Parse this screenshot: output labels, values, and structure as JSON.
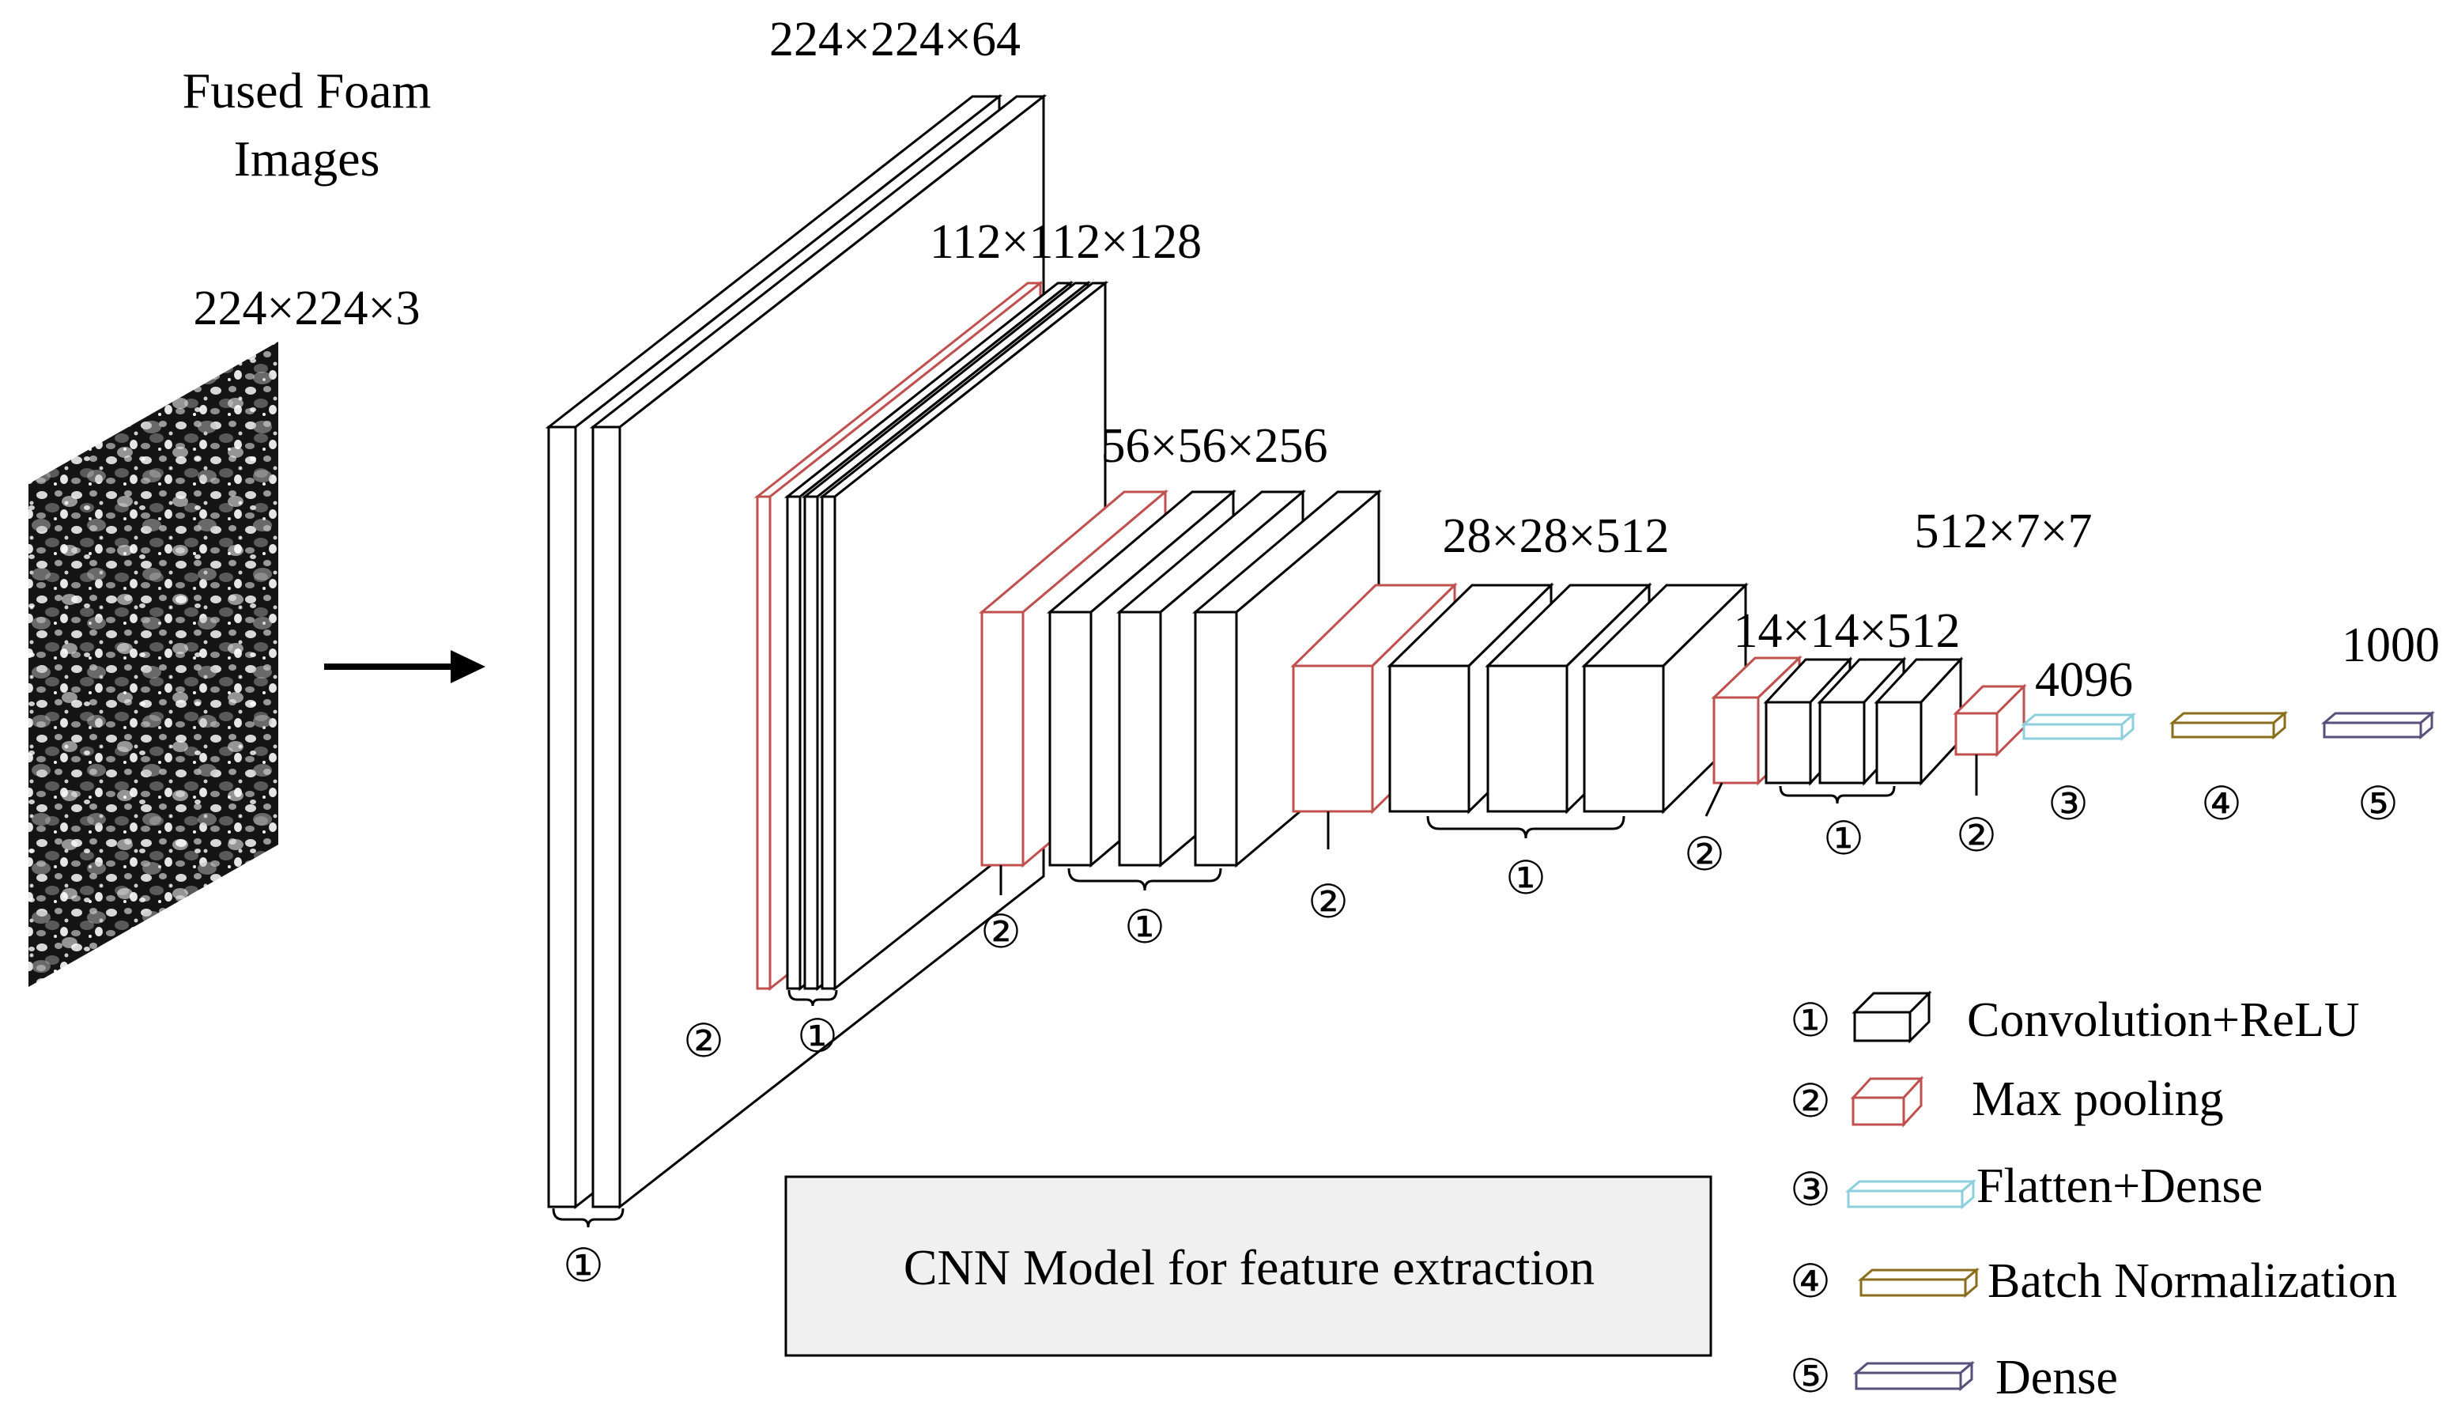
{
  "input": {
    "title_line1": "Fused Foam",
    "title_line2": "Images",
    "size": "224×224×3"
  },
  "shape_labels": {
    "s224": "224×224×64",
    "s112": "112×112×128",
    "s56": "56×56×256",
    "s28": "28×28×512",
    "s14": "14×14×512",
    "s7": "512×7×7",
    "fc1": "4096",
    "fc3": "1000"
  },
  "markers": {
    "conv": "①",
    "pool": "②",
    "flatten": "③",
    "bn": "④",
    "dense": "⑤"
  },
  "legend": {
    "conv": "Convolution+ReLU",
    "pool": "Max pooling",
    "flatten": "Flatten+Dense",
    "bn": "Batch Normalization",
    "dense": "Dense"
  },
  "caption": "CNN Model for feature extraction",
  "colors": {
    "conv": "#000000",
    "pool": "#c0504d",
    "flatten": "#8ecfdd",
    "bn": "#8a6d1a",
    "dense": "#5a4e7a",
    "caption_bg": "#f0f0f0"
  }
}
